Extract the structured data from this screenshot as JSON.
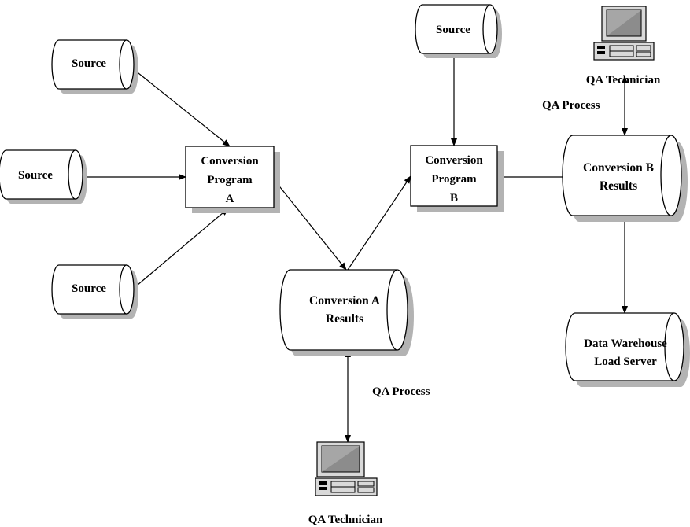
{
  "diagram": {
    "sources": [
      "Source",
      "Source",
      "Source",
      "Source"
    ],
    "program_a": [
      "Conversion",
      "Program",
      "A"
    ],
    "program_b": [
      "Conversion",
      "Program",
      "B"
    ],
    "results_a": [
      "Conversion A",
      "Results"
    ],
    "results_b": [
      "Conversion B",
      "Results"
    ],
    "warehouse": [
      "Data Warehouse",
      "Load Server"
    ],
    "qa_process_a": "QA Process",
    "qa_process_b": "QA Process",
    "qa_technician_a": "QA Technician",
    "qa_technician_b": "QA Technician"
  }
}
